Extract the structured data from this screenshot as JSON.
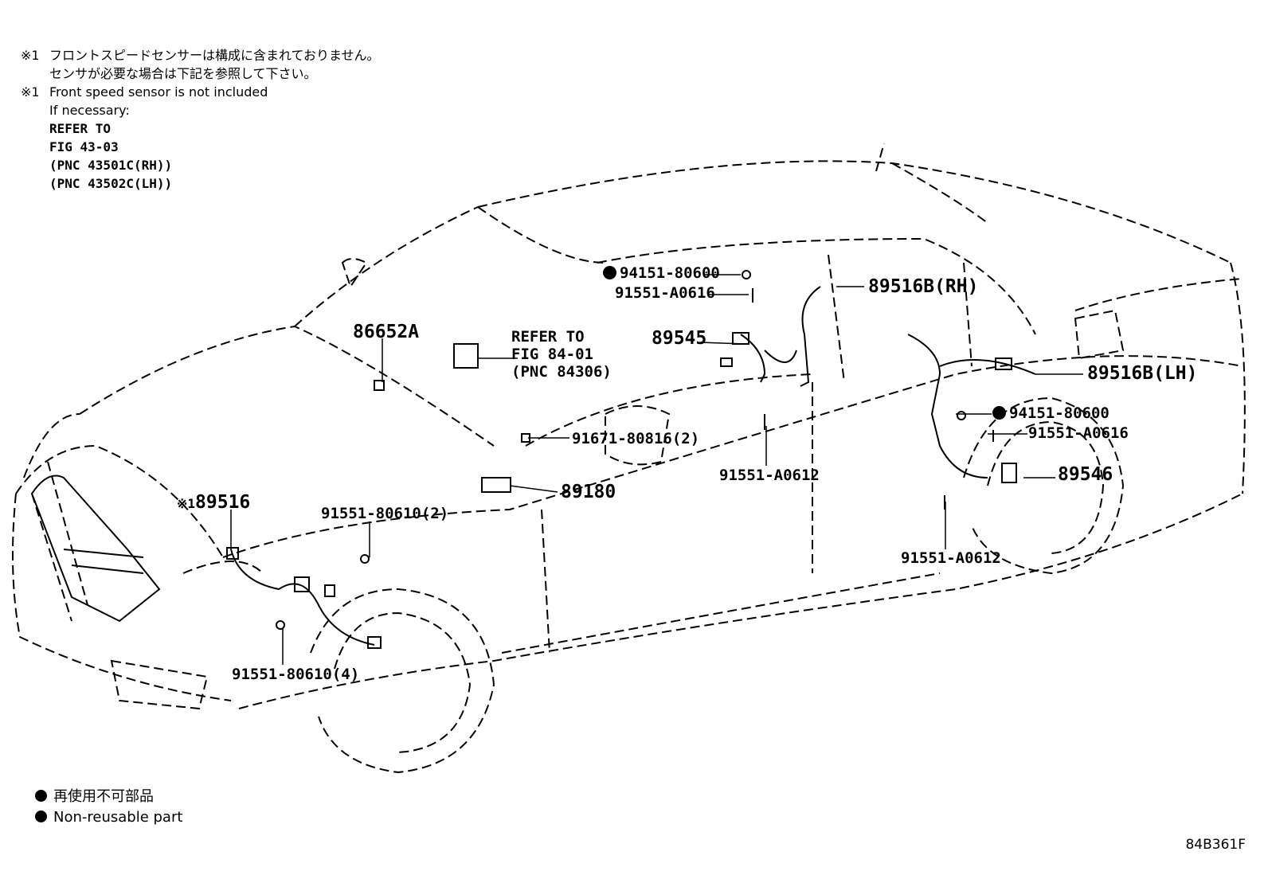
{
  "notes": {
    "jp_mark": "※1",
    "jp_line1": "フロントスピードセンサーは構成に含まれておりません。",
    "jp_line2": "センサが必要な場合は下記を参照して下さい。",
    "en_mark": "※1",
    "en_line1": "Front speed sensor is not included",
    "en_line2": "If necessary:",
    "ref1": "REFER TO",
    "ref2": "FIG 43-03",
    "ref3": "(PNC 43501C(RH))",
    "ref4": "(PNC 43502C(LH))"
  },
  "labels": {
    "p94151_top": "94151-80600",
    "p91551_a0616_top": "91551-A0616",
    "p89516b_rh": "89516B(RH)",
    "p89545": "89545",
    "p86652a": "86652A",
    "refer_to": "REFER TO",
    "fig_84_01": "FIG 84-01",
    "pnc_84306": "(PNC 84306)",
    "p89516b_lh": "89516B(LH)",
    "p94151_right": "94151-80600",
    "p91551_a0616_right": "91551-A0616",
    "p91671": "91671-80816(2)",
    "p91551_a0612_mid": "91551-A0612",
    "p89546": "89546",
    "p89180": "89180",
    "mark_89516": "※1",
    "p89516": "89516",
    "p91551_80610_2": "91551-80610(2)",
    "p91551_a0612_low": "91551-A0612",
    "p91551_80610_4": "91551-80610(4)"
  },
  "legend": {
    "jp": "再使用不可部品",
    "en": "Non-reusable part"
  },
  "figure_id": "84B361F",
  "colors": {
    "ink": "#000000",
    "paper": "#ffffff"
  }
}
